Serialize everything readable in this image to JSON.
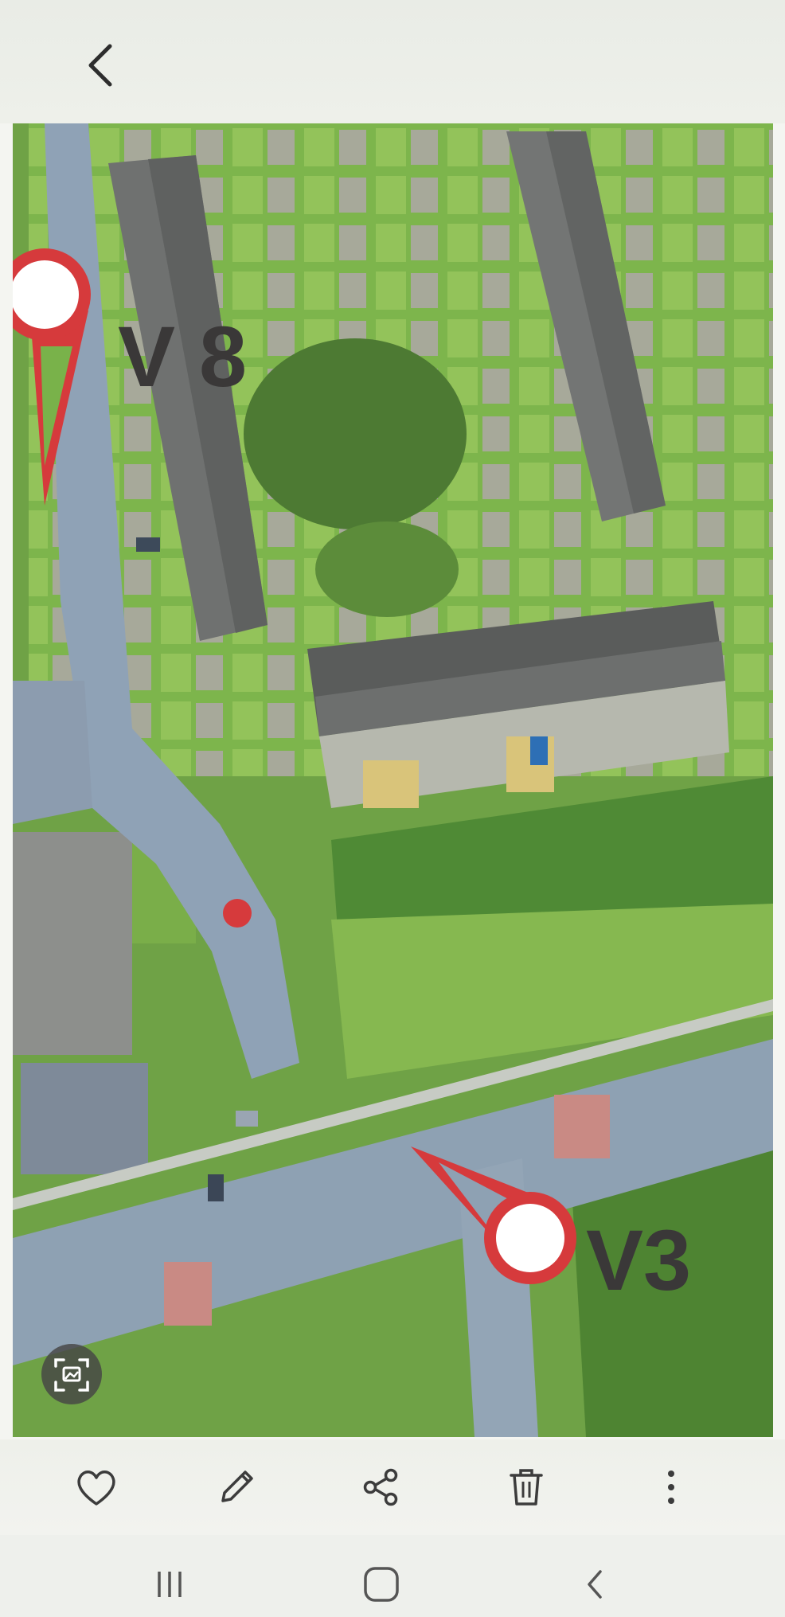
{
  "viewer": {
    "back_icon": "chevron-left-icon",
    "lens_icon": "scan-image-icon",
    "actions": [
      {
        "id": "favorite",
        "icon": "heart-icon"
      },
      {
        "id": "edit",
        "icon": "pencil-icon"
      },
      {
        "id": "share",
        "icon": "share-icon"
      },
      {
        "id": "delete",
        "icon": "trash-icon"
      },
      {
        "id": "more",
        "icon": "more-vertical-icon"
      }
    ],
    "system_nav": [
      {
        "id": "recents",
        "icon": "recents-icon"
      },
      {
        "id": "home",
        "icon": "home-icon"
      },
      {
        "id": "back",
        "icon": "back-icon"
      }
    ]
  },
  "photo": {
    "labels": {
      "marker_a": "V 8",
      "marker_b": "V3"
    },
    "colors": {
      "marker": "#d63a3c",
      "label": "#3a3838",
      "grass": "#79b24a",
      "road": "#8fa2b6",
      "roof": "#6f7170"
    }
  }
}
